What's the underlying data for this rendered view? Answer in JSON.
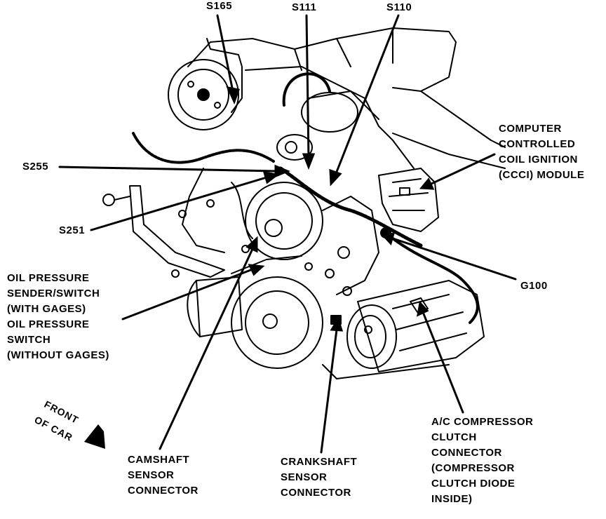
{
  "labels": {
    "s165": "S165",
    "s111": "S111",
    "s110": "S110",
    "s255": "S255",
    "s251": "S251",
    "g100": "G100",
    "ccci": [
      "COMPUTER",
      "CONTROLLED",
      "COIL IGNITION",
      "(CCCI) MODULE"
    ],
    "oil": [
      "OIL PRESSURE",
      "SENDER/SWITCH",
      "(WITH GAGES)",
      "OIL PRESSURE",
      "SWITCH",
      "(WITHOUT GAGES)"
    ],
    "front": [
      "FRONT",
      "OF CAR"
    ],
    "camshaft": [
      "CAMSHAFT",
      "SENSOR",
      "CONNECTOR"
    ],
    "crankshaft": [
      "CRANKSHAFT",
      "SENSOR",
      "CONNECTOR"
    ],
    "ac": [
      "A/C COMPRESSOR",
      "CLUTCH",
      "CONNECTOR",
      "(COMPRESSOR",
      "CLUTCH DIODE",
      "INSIDE)"
    ]
  },
  "colors": {
    "ink": "#000000",
    "paper": "#ffffff"
  }
}
